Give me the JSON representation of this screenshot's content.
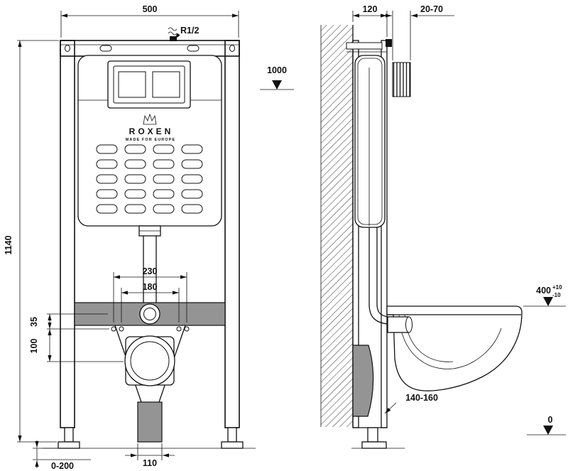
{
  "front_view": {
    "brand": {
      "name": "ROXEN",
      "tagline": "MADE FOR EUROPE"
    },
    "dims": {
      "frame_width": "500",
      "water_inlet_thread": "R1/2",
      "frame_height": "1140",
      "level_mark": "1000",
      "fixing_span_outer": "230",
      "fixing_span_inner": "180",
      "offset_large": "100",
      "offset_small": "35",
      "drain_pipe_width": "110",
      "foot_adjust_range": "0-200"
    }
  },
  "side_view": {
    "dims": {
      "frame_depth": "120",
      "wall_finish_range": "20-70",
      "bowl_height": "400",
      "bowl_height_tol_plus": "+10",
      "bowl_height_tol_minus": "-10",
      "outlet_distance": "140-160",
      "floor_level": "0"
    }
  },
  "colors": {
    "line": "#111111",
    "steel_fill": "#949494",
    "background": "#ffffff"
  }
}
